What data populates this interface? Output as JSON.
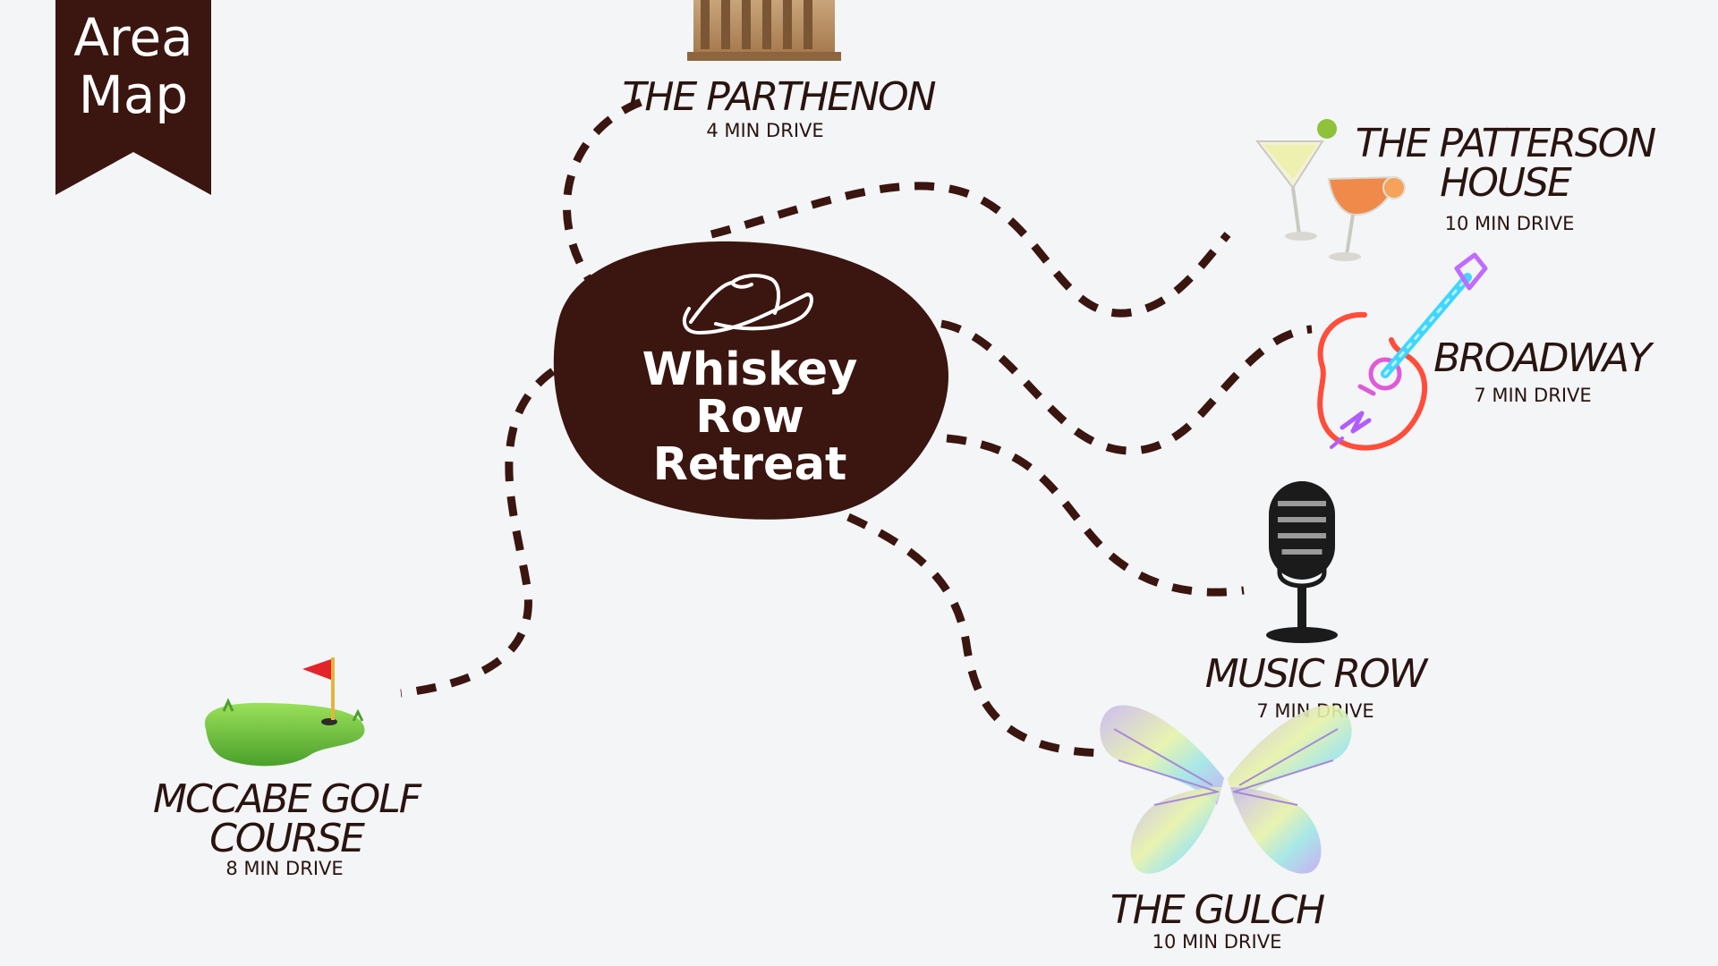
{
  "banner": {
    "line1": "Area",
    "line2": "Map"
  },
  "center": {
    "line1": "Whiskey",
    "line2": "Row",
    "line3": "Retreat",
    "icon": "cowboy-hat-icon"
  },
  "places": {
    "parthenon": {
      "name": "THE PARTHENON",
      "time": "4 MIN DRIVE",
      "icon": "parthenon-icon"
    },
    "patterson": {
      "name_line1": "THE PATTERSON",
      "name_line2": "HOUSE",
      "time": "10 MIN DRIVE",
      "icon": "cocktail-icon"
    },
    "broadway": {
      "name": "BROADWAY",
      "time": "7 MIN DRIVE",
      "icon": "neon-guitar-icon"
    },
    "music_row": {
      "name": "MUSIC ROW",
      "time": "7 MIN DRIVE",
      "icon": "microphone-icon"
    },
    "gulch": {
      "name": "THE GULCH",
      "time": "10 MIN DRIVE",
      "icon": "butterfly-wings-icon"
    },
    "golf": {
      "name_line1": "MCCABE GOLF",
      "name_line2": "COURSE",
      "time": "8 MIN DRIVE",
      "icon": "golf-green-icon"
    }
  },
  "colors": {
    "background": "#f3f5f7",
    "brown": "#3b150f",
    "text": "#2a1410"
  }
}
